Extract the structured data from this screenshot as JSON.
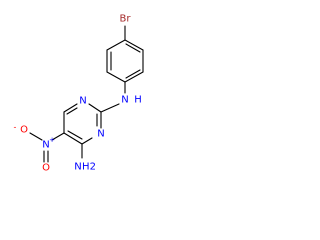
{
  "molecule": {
    "atoms": {
      "bromine": "Br",
      "amine_nh": "N",
      "amine_h": "H",
      "ring_n1": "N",
      "ring_n3": "N",
      "nitro_n": "N",
      "nitro_plus": "+",
      "nitro_o_minus": "O",
      "minus_sign": "-",
      "nitro_o": "O",
      "amino_n": "N",
      "amino_h2": "H2"
    },
    "colors": {
      "bond": "#000000",
      "bromine": "#a52a2a",
      "nitrogen": "#0000ff",
      "oxygen": "#ff0000"
    }
  }
}
